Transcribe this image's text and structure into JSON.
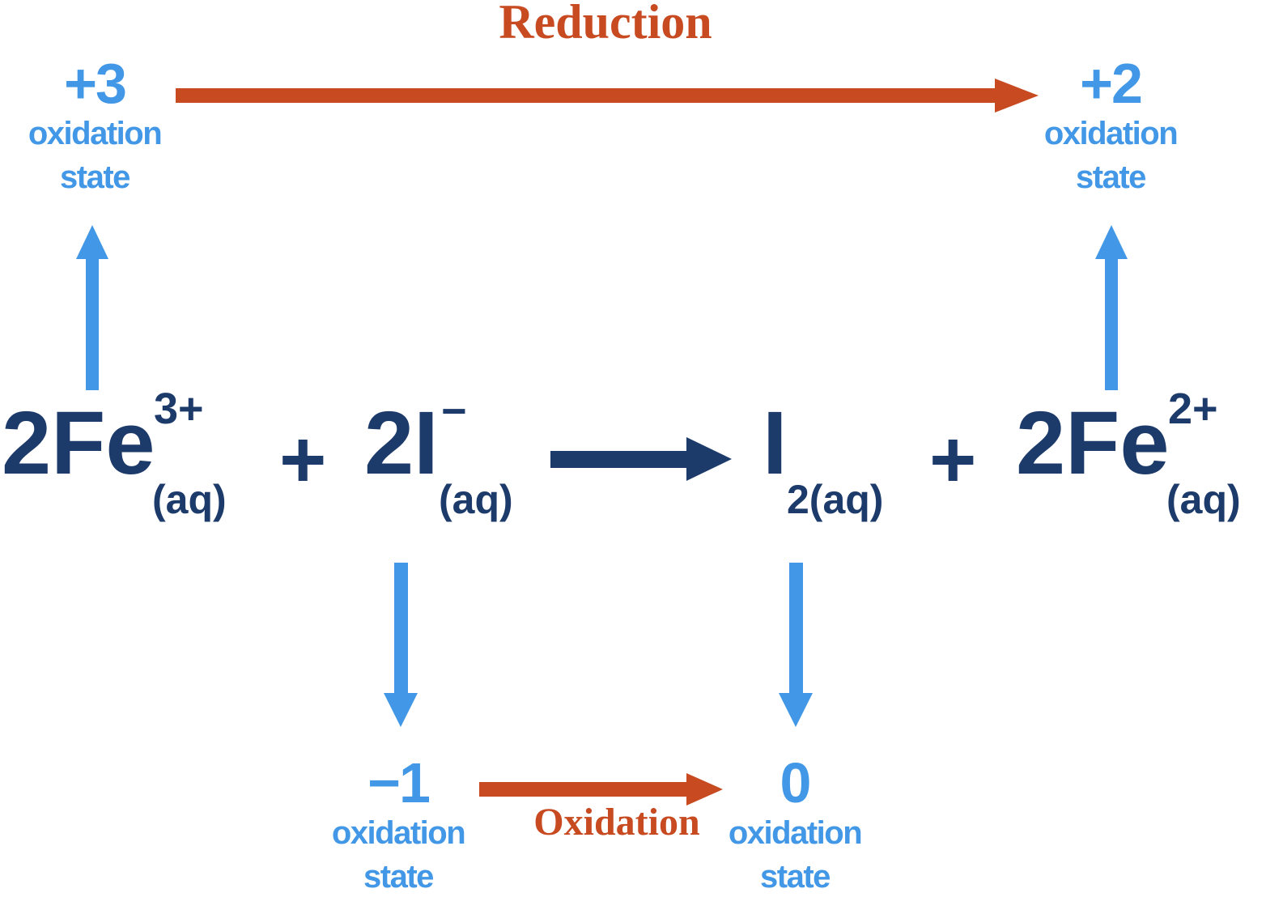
{
  "colors": {
    "orange": "#C84A21",
    "blue": "#4298E6",
    "navy": "#1C3A6A"
  },
  "reduction": {
    "label": "Reduction"
  },
  "oxidation": {
    "label": "Oxidation"
  },
  "states": {
    "fe_reactant": {
      "value": "+3",
      "caption_line1": "oxidation",
      "caption_line2": "state"
    },
    "fe_product": {
      "value": "+2",
      "caption_line1": "oxidation",
      "caption_line2": "state"
    },
    "i_reactant": {
      "value": "−1",
      "caption_line1": "oxidation",
      "caption_line2": "state"
    },
    "i_product": {
      "value": "0",
      "caption_line1": "oxidation",
      "caption_line2": "state"
    }
  },
  "equation": {
    "fe3": {
      "base": "2Fe",
      "superscript": "3+",
      "subscript": "(aq)"
    },
    "plus_left": "+",
    "iodide": {
      "base": "2I",
      "superscript": "−",
      "subscript": "(aq)"
    },
    "iodine": {
      "base": "I",
      "subscript": "2(aq)"
    },
    "plus_right": "+",
    "fe2": {
      "base": "2Fe",
      "superscript": "2+",
      "subscript": "(aq)"
    }
  },
  "icons": {
    "reduction_arrow": "right-arrow",
    "reaction_arrow": "right-arrow",
    "oxidation_arrow": "right-arrow",
    "fe_reactant_state_arrow": "up-arrow",
    "fe_product_state_arrow": "up-arrow",
    "i_reactant_state_arrow": "down-arrow",
    "i_product_state_arrow": "down-arrow"
  }
}
